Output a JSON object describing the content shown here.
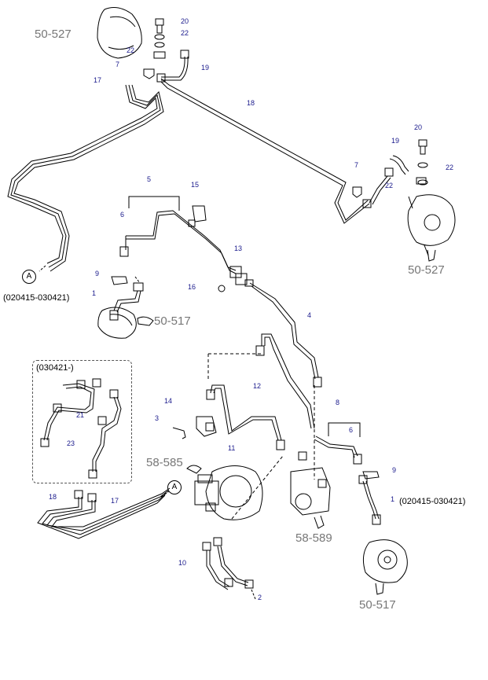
{
  "callouts": {
    "n20a": "20",
    "n22a": "22",
    "n22b": "22",
    "n7a": "7",
    "n19a": "19",
    "n17a": "17",
    "n18a": "18",
    "n20b": "20",
    "n19b": "19",
    "n7b": "7",
    "n22c": "22",
    "n22d": "22",
    "n5": "5",
    "n15": "15",
    "n6a": "6",
    "n13": "13",
    "n9a": "9",
    "n16": "16",
    "n1a": "1",
    "n4": "4",
    "n12": "12",
    "n8": "8",
    "n14": "14",
    "n3": "3",
    "n6b": "6",
    "n11": "11",
    "n9b": "9",
    "n1b": "1",
    "n21": "21",
    "n23": "23",
    "n18b": "18",
    "n17b": "17",
    "n10": "10",
    "n2": "2"
  },
  "refs": {
    "r1": "50-527",
    "r2": "50-527",
    "r3": "50-517",
    "r4": "58-585",
    "r5": "58-589",
    "r6": "50-517"
  },
  "dates": {
    "d1": "(020415-030421)",
    "d2": "(020415-030421)",
    "inset": "(030421-)"
  },
  "connector": {
    "a1": "A",
    "a2": "A"
  },
  "colors": {
    "line": "#000000",
    "label": "#1a1a8c",
    "ref": "#777777"
  }
}
